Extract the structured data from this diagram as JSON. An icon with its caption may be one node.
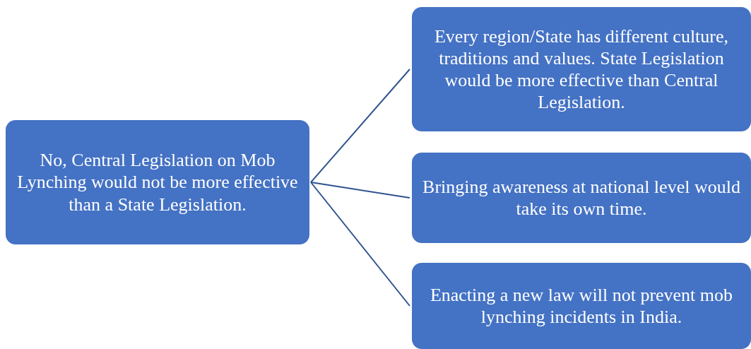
{
  "diagram": {
    "nodes": [
      {
        "text": [
          "No, Central Legislation on Mob Lynching would not be more effective than a State Legislation."
        ]
      },
      {
        "text": [
          "Every region/State has different culture, traditions and values. State Legislation would be more effective than Central Legislation."
        ]
      },
      {
        "text": [
          "Bringing awareness at national level would take its own time."
        ]
      },
      {
        "text": [
          "Enacting a new law will not prevent mob lynching incidents in India."
        ]
      }
    ],
    "edges": [
      {
        "from": 0,
        "to": 1,
        "arrow": "none"
      },
      {
        "from": 0,
        "to": 2,
        "arrow": "none"
      },
      {
        "from": 0,
        "to": 3,
        "arrow": "none"
      }
    ]
  }
}
